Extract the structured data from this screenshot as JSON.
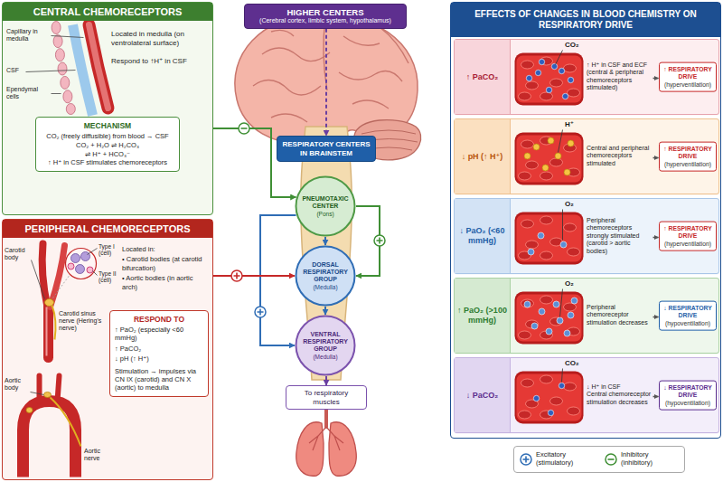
{
  "diagram": {
    "nodes": [
      {
        "text": [
          "CENTRAL CHEMORECEPTORS",
          "Located in medulla (on ventrolateral surface)",
          "Respond to ↑H⁺ in CSF"
        ]
      },
      {
        "text": [
          "MECHANISM",
          "CO₂ (freely diffusible) from blood → CSF",
          "CO₂ + H₂O ⇌ H₂CO₃",
          "⇌ H⁺ + HCO₃⁻",
          "↑ H⁺ in CSF stimulates chemoreceptors"
        ],
        "in": 0
      },
      {
        "text": [
          "PERIPHERAL CHEMORECEPTORS",
          "Located in:",
          "• Carotid bodies (at carotid bifurcation)",
          "• Aortic bodies (in aortic arch)"
        ]
      },
      {
        "text": [
          "RESPOND TO",
          "↑ PaO₂ (especially <60 mmHg)",
          "↑ PaCO₂",
          "↓ pH (↑ H⁺)",
          "Stimulation → impulses via CN IX (carotid) and CN X (aortic) to medulla"
        ],
        "in": 2
      },
      {
        "text": [
          "HIGHER CENTERS",
          "(Cerebral cortex, limbic system, hypothalamus)"
        ]
      },
      {
        "text": [
          "RESPIRATORY CENTERS IN BRAINSTEM"
        ]
      },
      {
        "text": [
          "PNEUMOTAXIC CENTER",
          "(Pons)"
        ]
      },
      {
        "text": [
          "DORSAL RESPIRATORY GROUP",
          "(Medulla)"
        ]
      },
      {
        "text": [
          "VENTRAL RESPIRATORY GROUP",
          "(Medulla)"
        ]
      },
      {
        "text": [
          "To respiratory muscles"
        ]
      },
      {
        "text": [
          "EFFECTS OF CHANGES IN BLOOD CHEMISTRY ON RESPIRATORY DRIVE"
        ]
      },
      {
        "text": [
          "↑ PaCO₂",
          "↑ H⁺ in CSF and ECF",
          "(central & peripheral chemoreceptors stimulated)"
        ],
        "in": 10
      },
      {
        "text": [
          "↑ RESPIRATORY DRIVE",
          "(hyperventilation)"
        ],
        "in": 11
      },
      {
        "text": [
          "↓ pH (↑ H⁺)",
          "Central and peripheral chemoreceptors stimulated"
        ],
        "in": 10
      },
      {
        "text": [
          "↑ RESPIRATORY DRIVE",
          "(hyperventilation)"
        ],
        "in": 13
      },
      {
        "text": [
          "↓ PaO₂ (<60 mmHg)",
          "Peripheral chemoreceptors strongly stimulated",
          "(carotid > aortic bodies)"
        ],
        "in": 10
      },
      {
        "text": [
          "↑ RESPIRATORY DRIVE",
          "(hyperventilation)"
        ],
        "in": 15
      },
      {
        "text": [
          "↑ PaO₂ (>100 mmHg)",
          "Peripheral chemoreceptor stimulation decreases"
        ],
        "in": 10
      },
      {
        "text": [
          "↓ RESPIRATORY DRIVE",
          "(hypoventilation)"
        ],
        "in": 17
      },
      {
        "text": [
          "↓ PaCO₂",
          "↓ H⁺ in CSF",
          "Central chemoreceptor stimulation decreases"
        ],
        "in": 10
      },
      {
        "text": [
          "↓ RESPIRATORY DRIVE",
          "(hypoventilation)"
        ],
        "in": 19
      }
    ],
    "edges": [
      {
        "from": 4,
        "to": 5,
        "arrow": "to"
      },
      {
        "from": 0,
        "to": 6,
        "arrow": "to"
      },
      {
        "from": 6,
        "to": 7,
        "arrow": "to"
      },
      {
        "from": 6,
        "to": 7,
        "arrow": "to"
      },
      {
        "from": 7,
        "to": 8,
        "arrow": "to"
      },
      {
        "from": 6,
        "to": 8,
        "arrow": "to"
      },
      {
        "from": 2,
        "to": 7,
        "arrow": "to"
      },
      {
        "from": 8,
        "to": 9,
        "arrow": "to"
      }
    ],
    "labels": [
      "Capillary in medulla",
      "CSF",
      "Ependymal cells",
      "Carotid body",
      "Type I (cell)",
      "Type II (cell)",
      "Carotid sinus nerve (Hering's nerve)",
      "Aortic body",
      "Aortic nerve",
      "CO₂",
      "H⁺",
      "O₂",
      "O₂",
      "CO₂"
    ],
    "legend": [
      {
        "text": "Excitatory (stimulatory)"
      },
      {
        "text": "Inhibitory (inhibitory)"
      }
    ]
  }
}
